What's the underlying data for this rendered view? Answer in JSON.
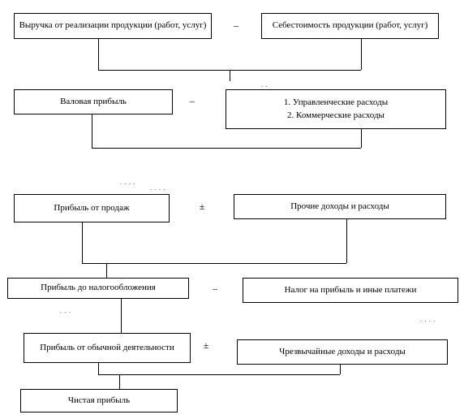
{
  "diagram": {
    "rows": [
      {
        "left": "Выручка от реализации продукции (работ, услуг)",
        "operator": "–",
        "right": [
          "Себестоимость продукции (работ, услуг)"
        ]
      },
      {
        "left": "Валовая прибыль",
        "operator": "–",
        "right": [
          "1. Управленческие расходы",
          "2. Коммерческие расходы"
        ]
      },
      {
        "left": "Прибыль от продаж",
        "operator": "±",
        "right": [
          "Прочие доходы и расходы"
        ]
      },
      {
        "left": "Прибыль до налогообложения",
        "operator": "–",
        "right": [
          "Налог на прибыль и иные платежи"
        ]
      },
      {
        "left": "Прибыль от обычной деятельности",
        "operator": "±",
        "right": [
          "Чрезвычайные доходы и расходы"
        ]
      }
    ],
    "result": "Чистая прибыль"
  }
}
